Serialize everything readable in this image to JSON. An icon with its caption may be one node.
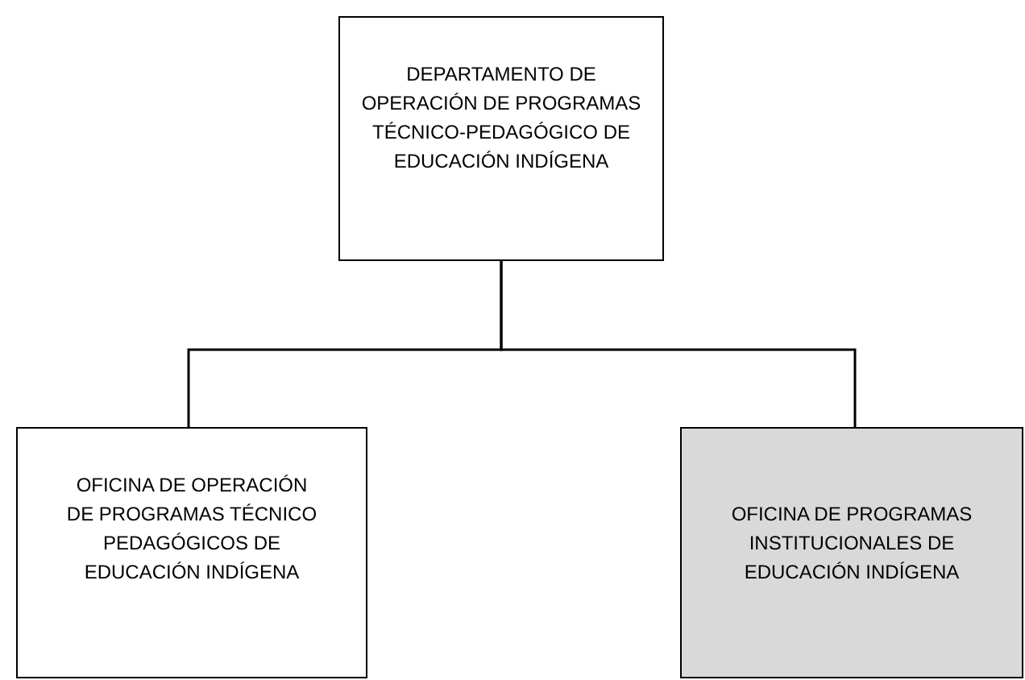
{
  "diagram": {
    "nodes": [
      {
        "text": [
          "DEPARTAMENTO DE OPERACIÓN DE PROGRAMAS TÉCNICO-PEDAGÓGICO DE EDUCACIÓN INDÍGENA"
        ]
      },
      {
        "text": [
          "OFICINA DE OPERACIÓN DE PROGRAMAS TÉCNICO PEDAGÓGICOS DE EDUCACIÓN INDÍGENA"
        ]
      },
      {
        "text": [
          "OFICINA DE PROGRAMAS INSTITUCIONALES DE EDUCACIÓN INDÍGENA"
        ]
      }
    ],
    "edges": [
      {
        "from": 0,
        "to": 1,
        "arrow": "none"
      },
      {
        "from": 0,
        "to": 2,
        "arrow": "none"
      }
    ]
  }
}
